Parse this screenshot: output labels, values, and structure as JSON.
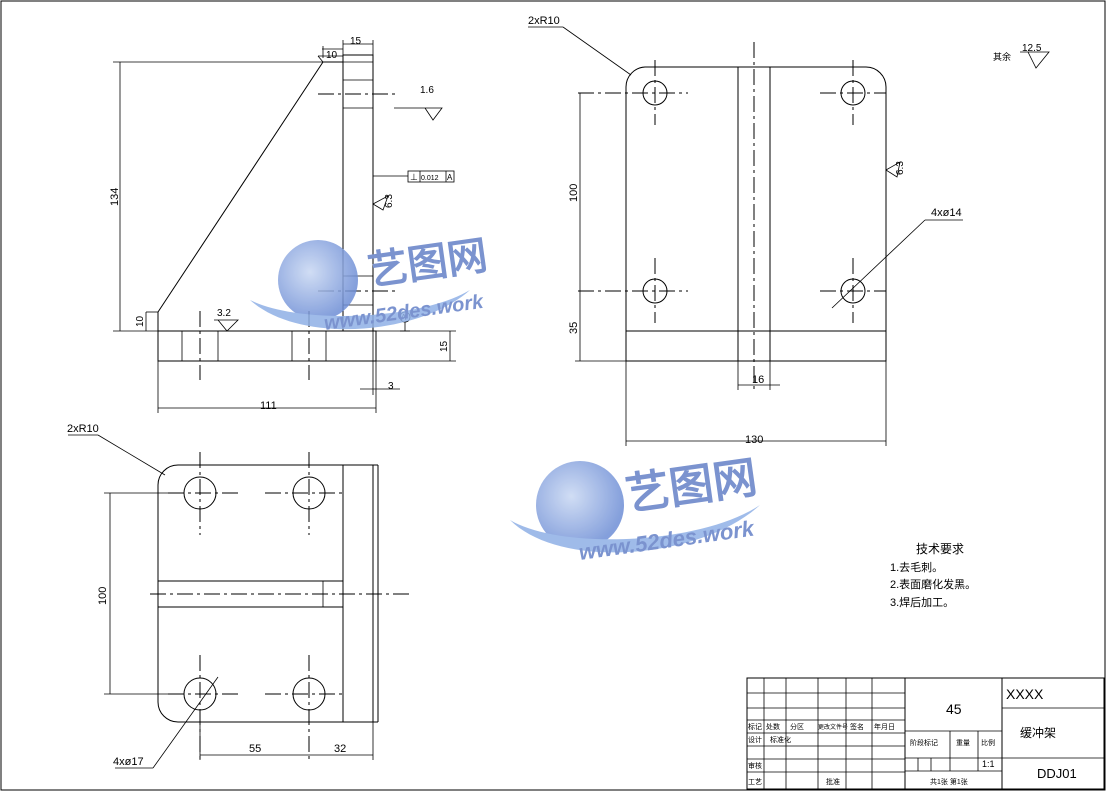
{
  "dimensions": {
    "front_top_10": "10",
    "front_top_15": "15",
    "front_height_134": "134",
    "front_bottom_10": "10",
    "front_base_15": "15",
    "front_width_111": "111",
    "front_gap_3": "3",
    "side_radius": "2xR10",
    "side_height_100": "100",
    "side_bottom_35": "35",
    "side_slot_16": "16",
    "side_width_130": "130",
    "side_holes": "4xø14",
    "top_radius": "2xR10",
    "top_height_100": "100",
    "top_holes": "4xø17",
    "top_spacing_55": "55",
    "top_offset_32": "32"
  },
  "surface": {
    "front_top_finish": "1.6",
    "front_face_finish": "6.3",
    "front_base_finish": "3.2",
    "side_face_finish": "6.3",
    "other_finish_label": "其余",
    "other_finish_value": "12.5",
    "tolerance_symbol": "⊥",
    "tolerance_value": "0.012",
    "datum_ref": "A",
    "datum_marker": "A"
  },
  "tech_requirements": {
    "title": "技术要求",
    "items": [
      "1.去毛刺。",
      "2.表面磨化发黑。",
      "3.焊后加工。"
    ]
  },
  "title_block": {
    "material": "45",
    "company": "XXXX",
    "part_name": "缓冲架",
    "drawing_no": "DDJ01",
    "scale": "1:1",
    "label_mark": "标记",
    "label_count": "处数",
    "label_zone": "分区",
    "label_change_doc": "更改文件号",
    "label_sign": "签名",
    "label_date": "年月日",
    "label_design": "设计",
    "label_standardize": "标准化",
    "label_stage": "阶段标记",
    "label_weight": "重量",
    "label_ratio": "比例",
    "label_review": "审核",
    "label_process": "工艺",
    "label_approve": "批准",
    "label_sheet": "共1张 第1张"
  },
  "watermark": {
    "brand": "艺图网",
    "url": "www.52des.work"
  }
}
